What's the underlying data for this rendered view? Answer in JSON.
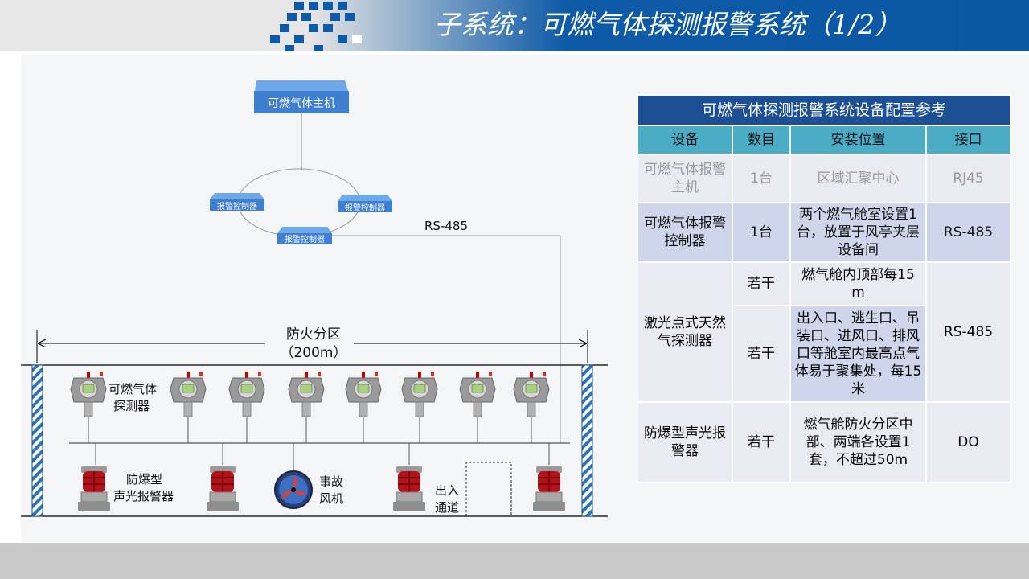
{
  "header": {
    "title": "子系统：可燃气体探测报警系统（1/2）"
  },
  "diagram": {
    "host_label": "可燃气体主机",
    "controller_label": "报警控制器",
    "bus_label": "RS-485",
    "zone_label": "防火分区",
    "zone_length": "（200m）",
    "detector_label_1": "可燃气体",
    "detector_label_2": "探测器",
    "alarm_label_1": "防爆型",
    "alarm_label_2": "声光报警器",
    "fan_label_1": "事故",
    "fan_label_2": "风机",
    "exit_label_1": "出入",
    "exit_label_2": "通道",
    "colors": {
      "blue": "#4a86d0",
      "dark_blue": "#1c4f93",
      "teal": "#4bacc6"
    }
  },
  "table": {
    "title": "可燃气体探测报警系统设备配置参考",
    "headers": [
      "设备",
      "数目",
      "安装位置",
      "接口"
    ],
    "row1": {
      "device": "可燃气体报警主机",
      "count": "1台",
      "location": "区域汇聚中心",
      "interface": "RJ45"
    },
    "row2": {
      "device": "可燃气体报警控制器",
      "count": "1台",
      "location": "两个燃气舱室设置1台，放置于风亭夹层设备间",
      "interface": "RS-485"
    },
    "row3": {
      "device": "激光点式天然气探测器",
      "count_a": "若干",
      "location_a": "燃气舱内顶部每15 m",
      "count_b": "若干",
      "location_b": "出入口、逃生口、吊装口、进风口、排风口等舱室内最高点气体易于聚集处，每15米",
      "interface": "RS-485"
    },
    "row4": {
      "device": "防爆型声光报警器",
      "count": "若干",
      "location": "燃气舱防火分区中部、两端各设置1套，不超过50m",
      "interface": "DO"
    }
  }
}
